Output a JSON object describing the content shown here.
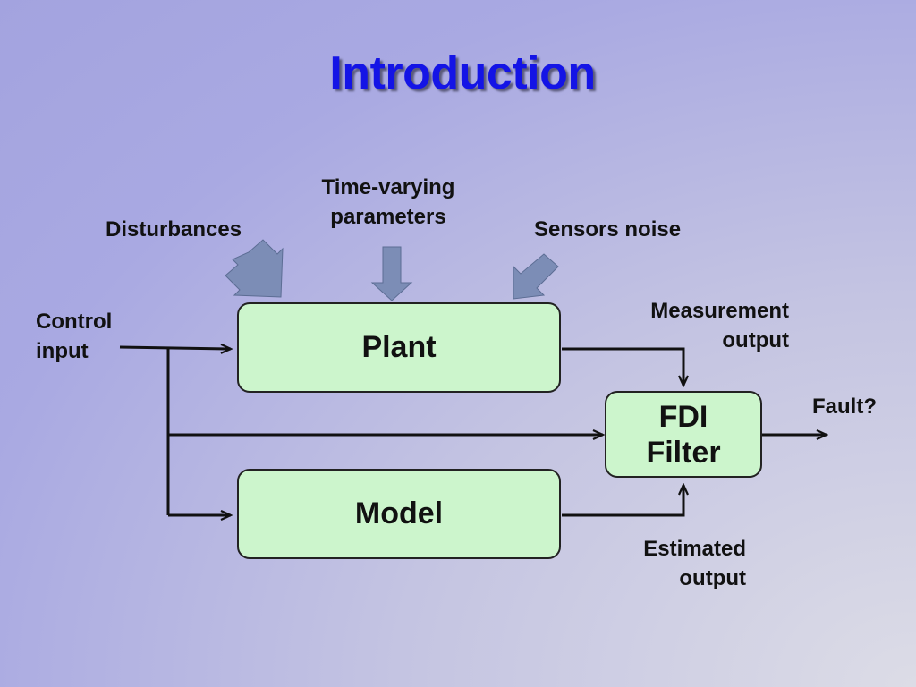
{
  "title": "Introduction",
  "labels": {
    "disturbances": "Disturbances",
    "time_varying_line1": "Time-varying",
    "time_varying_line2": "parameters",
    "sensors_noise": "Sensors noise",
    "control_input_line1": "Control",
    "control_input_line2": "input",
    "measurement_line1": "Measurement",
    "measurement_line2": "output",
    "fault": "Fault?",
    "estimated_line1": "Estimated",
    "estimated_line2": "output"
  },
  "blocks": {
    "plant": "Plant",
    "model": "Model",
    "fdi_line1": "FDI",
    "fdi_line2": "Filter"
  },
  "colors": {
    "title": "#1414e6",
    "block_fill": "#ccf5cc",
    "input_arrow": "#7c8db6"
  }
}
